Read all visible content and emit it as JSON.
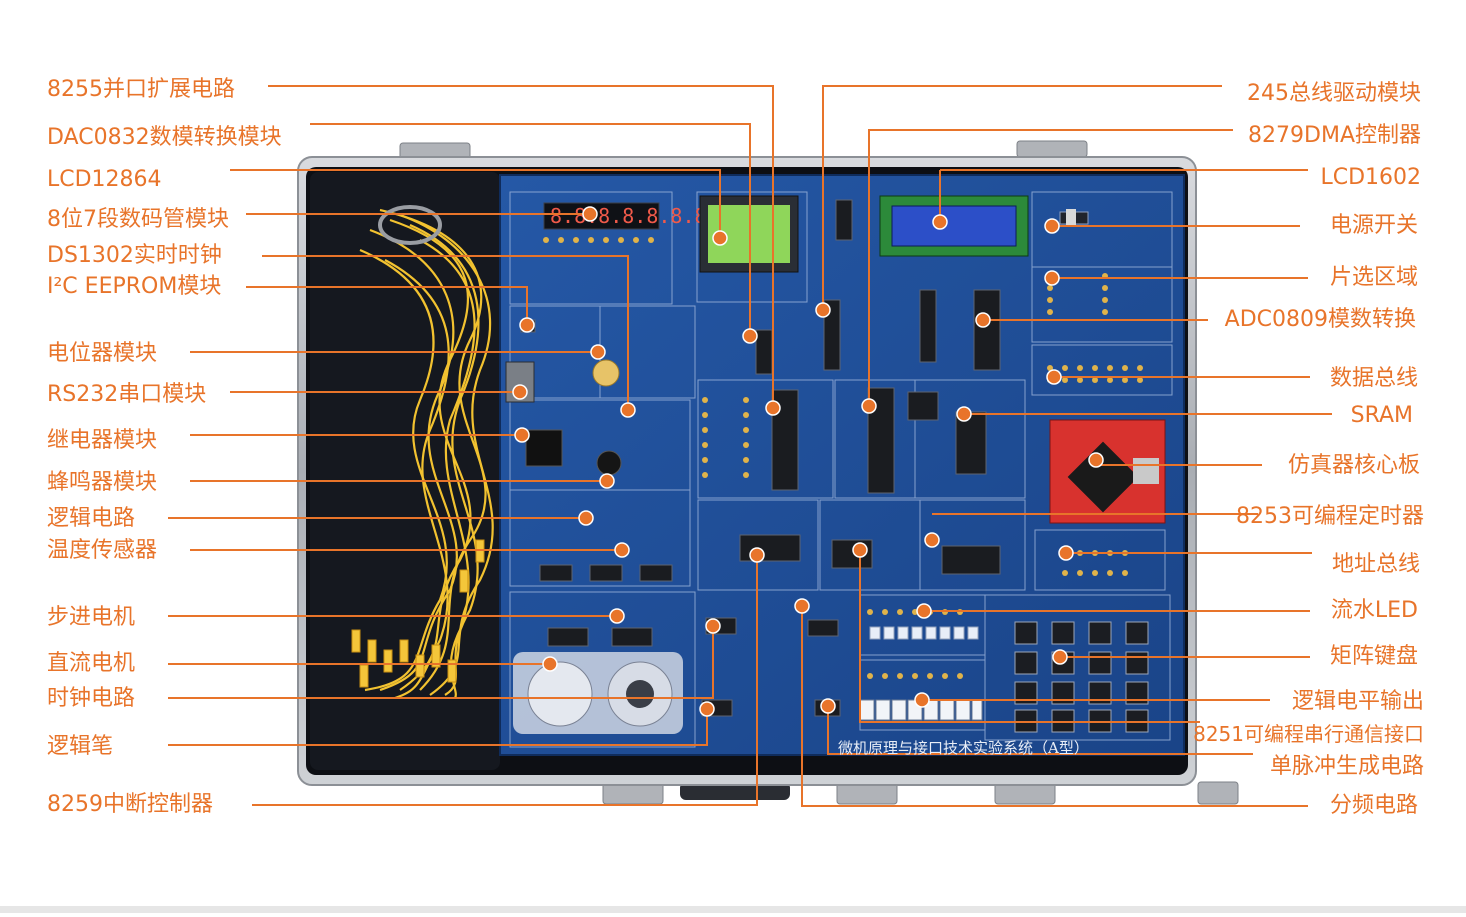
{
  "figure": {
    "panel_title": "微机原理与接口技术实验系统（A型）",
    "lcd1602_text": "",
    "segment_display": "8.8.8.8.8.8.8.8."
  },
  "labels_left": [
    {
      "id": "l1",
      "text": "8255并口扩展电路"
    },
    {
      "id": "l2",
      "text": "DAC0832数模转换模块"
    },
    {
      "id": "l3",
      "text": "LCD12864"
    },
    {
      "id": "l4",
      "text": "8位7段数码管模块"
    },
    {
      "id": "l5",
      "text": "DS1302实时时钟"
    },
    {
      "id": "l6",
      "text": "I²C EEPROM模块"
    },
    {
      "id": "l7",
      "text": "电位器模块"
    },
    {
      "id": "l8",
      "text": "RS232串口模块"
    },
    {
      "id": "l9",
      "text": "继电器模块"
    },
    {
      "id": "l10",
      "text": "蜂鸣器模块"
    },
    {
      "id": "l11",
      "text": "逻辑电路"
    },
    {
      "id": "l12",
      "text": "温度传感器"
    },
    {
      "id": "l13",
      "text": "步进电机"
    },
    {
      "id": "l14",
      "text": "直流电机"
    },
    {
      "id": "l15",
      "text": "时钟电路"
    },
    {
      "id": "l16",
      "text": "逻辑笔"
    },
    {
      "id": "l17",
      "text": "8259中断控制器"
    }
  ],
  "labels_right": [
    {
      "id": "r1",
      "text": "245总线驱动模块"
    },
    {
      "id": "r2",
      "text": "8279DMA控制器"
    },
    {
      "id": "r3",
      "text": "LCD1602"
    },
    {
      "id": "r4",
      "text": "电源开关"
    },
    {
      "id": "r5",
      "text": "片选区域"
    },
    {
      "id": "r6",
      "text": "ADC0809模数转换"
    },
    {
      "id": "r7",
      "text": "数据总线"
    },
    {
      "id": "r8",
      "text": "SRAM"
    },
    {
      "id": "r9",
      "text": "仿真器核心板"
    },
    {
      "id": "r10",
      "text": "8253可编程定时器"
    },
    {
      "id": "r11",
      "text": "地址总线"
    },
    {
      "id": "r12",
      "text": "流水LED"
    },
    {
      "id": "r13",
      "text": "矩阵键盘"
    },
    {
      "id": "r14",
      "text": "逻辑电平输出"
    },
    {
      "id": "r15",
      "text": "8251可编程串行通信接口"
    },
    {
      "id": "r16",
      "text": "单脉冲生成电路"
    },
    {
      "id": "r17",
      "text": "分频电路"
    }
  ],
  "colors": {
    "label": "#e8742a",
    "leader": "#e8742a",
    "board": "#1f4f9a",
    "board_dark": "#173f80",
    "case_frame": "#b9bcc2",
    "wire": "#f2c230",
    "lcd12864_screen": "#8fd65a",
    "lcd1602_screen": "#2c4fc8",
    "core_board": "#d8322e"
  }
}
